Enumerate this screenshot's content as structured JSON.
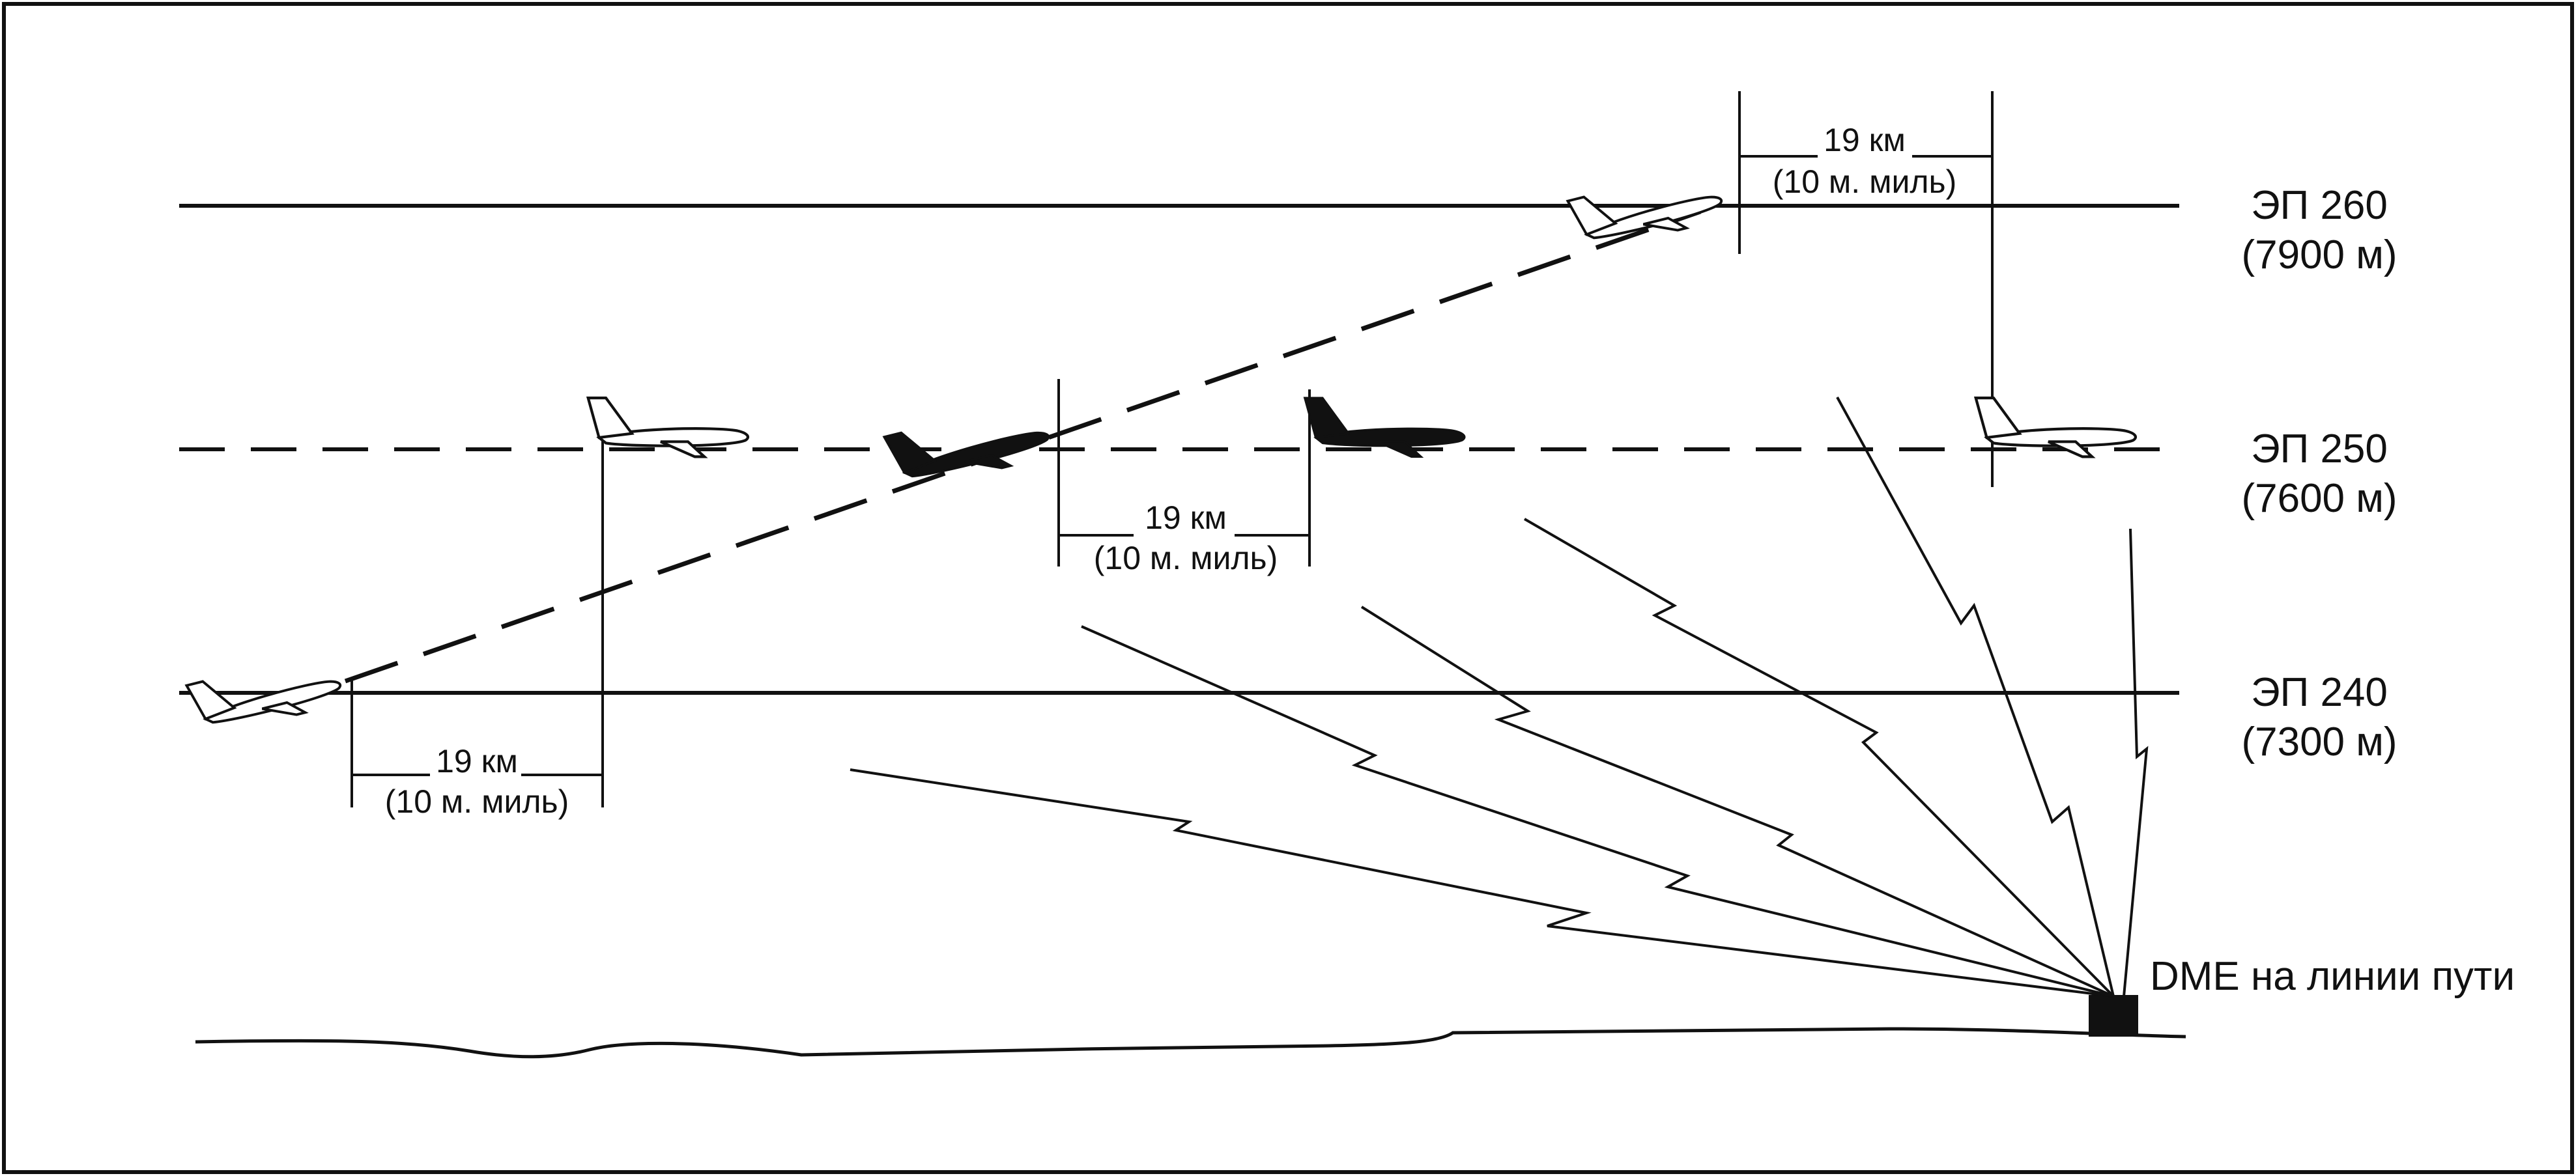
{
  "flight_levels": [
    {
      "code": "ЭП 260",
      "altitude": "(7900 м)"
    },
    {
      "code": "ЭП 250",
      "altitude": "(7600 м)"
    },
    {
      "code": "ЭП 240",
      "altitude": "(7300 м)"
    }
  ],
  "distance": {
    "km": "19 км",
    "nm": "(10 м. миль)"
  },
  "dme_label": "DME на линии пути",
  "colors": {
    "ink": "#111111",
    "paper": "#ffffff"
  },
  "icons": [
    "aircraft-icon",
    "dme-station-icon"
  ]
}
